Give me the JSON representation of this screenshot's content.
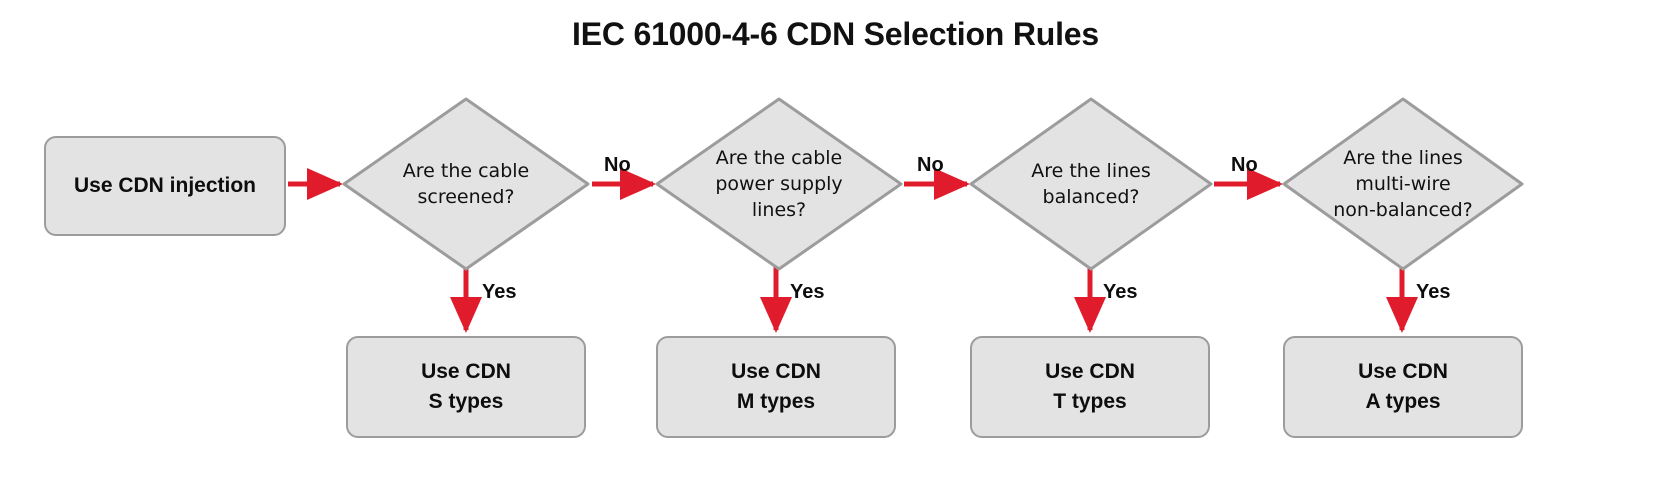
{
  "title": "IEC 61000-4-6 CDN Selection Rules",
  "colors": {
    "node_fill": "#e3e3e3",
    "node_border": "#9c9c9c",
    "arrow": "#e01b2b",
    "text": "#111111",
    "background": "#ffffff"
  },
  "start": {
    "label": "Use CDN injection"
  },
  "decisions": [
    {
      "id": "d1",
      "lines": [
        "Are the cable",
        "screened?"
      ]
    },
    {
      "id": "d2",
      "lines": [
        "Are the cable",
        "power supply",
        "lines?"
      ]
    },
    {
      "id": "d3",
      "lines": [
        "Are the lines",
        "balanced?"
      ]
    },
    {
      "id": "d4",
      "lines": [
        "Are the lines",
        "multi-wire",
        "non-balanced?"
      ]
    }
  ],
  "results": [
    {
      "id": "r1",
      "lines": [
        "Use CDN",
        "S types"
      ]
    },
    {
      "id": "r2",
      "lines": [
        "Use CDN",
        "M types"
      ]
    },
    {
      "id": "r3",
      "lines": [
        "Use CDN",
        "T types"
      ]
    },
    {
      "id": "r4",
      "lines": [
        "Use CDN",
        "A types"
      ]
    }
  ],
  "edge_labels": {
    "no": [
      "No",
      "No",
      "No"
    ],
    "yes": [
      "Yes",
      "Yes",
      "Yes",
      "Yes"
    ]
  }
}
